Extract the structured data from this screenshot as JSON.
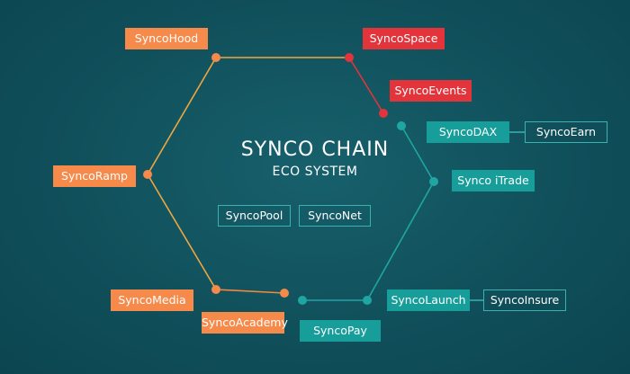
{
  "title": "SYNCO CHAIN",
  "subtitle": "ECO SYSTEM",
  "colors": {
    "orange": "#f58a4b",
    "red": "#e2343a",
    "teal": "#179e9b",
    "teal_line": "#1fa6a2",
    "outline": "#3ab3ae"
  },
  "nodes": {
    "synco_hood": "SyncoHood",
    "synco_space": "SyncoSpace",
    "synco_events": "SyncoEvents",
    "synco_dax": "SyncoDAX",
    "synco_earn": "SyncoEarn",
    "synco_itrade": "Synco iTrade",
    "synco_ramp": "SyncoRamp",
    "synco_pool": "SyncoPool",
    "synco_net": "SyncoNet",
    "synco_media": "SyncoMedia",
    "synco_academy": "SyncoAcademy",
    "synco_pay": "SyncoPay",
    "synco_launch": "SyncoLaunch",
    "synco_insure": "SyncoInsure"
  }
}
